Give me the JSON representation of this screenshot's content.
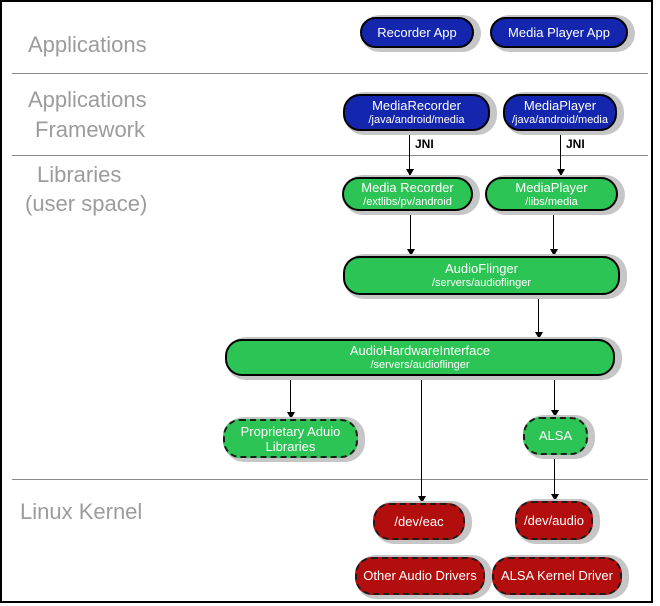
{
  "colors": {
    "app-blue": "#1326ad",
    "lib-green": "#2bc455",
    "kernel-red": "#b30e0e",
    "shadow-gray": "#c6c6c6",
    "label-gray": "#9c9c9c",
    "divider-gray": "#8a8a8a"
  },
  "row_labels": {
    "applications": "Applications",
    "framework_line1": "Applications",
    "framework_line2": "Framework",
    "libraries_line1": "Libraries",
    "libraries_line2": "(user space)",
    "kernel": "Linux Kernel"
  },
  "edge_labels": {
    "jni": "JNI"
  },
  "nodes": {
    "recorder_app": {
      "title": "Recorder App"
    },
    "media_player_app": {
      "title": "Media Player App"
    },
    "media_recorder_fw": {
      "title": "MediaRecorder",
      "path": "/java/android/media"
    },
    "media_player_fw": {
      "title": "MediaPlayer",
      "path": "/java/android/media"
    },
    "media_recorder_lib": {
      "title": "Media Recorder",
      "path": "/extlibs/pv/android"
    },
    "media_player_lib": {
      "title": "MediaPlayer",
      "path": "/libs/media"
    },
    "audio_flinger": {
      "title": "AudioFlinger",
      "path": "/servers/audioflinger"
    },
    "audio_hardware_interface": {
      "title": "AudioHardwareInterface",
      "path": "/servers/audioflinger"
    },
    "proprietary_audio_libraries": {
      "title": "Proprietary Aduio",
      "title2": "Libraries"
    },
    "alsa": {
      "title": "ALSA"
    },
    "dev_eac": {
      "title": "/dev/eac"
    },
    "dev_audio": {
      "title": "/dev/audio"
    },
    "other_audio_drivers": {
      "title": "Other Audio Drivers"
    },
    "alsa_kernel_driver": {
      "title": "ALSA Kernel Driver"
    }
  }
}
